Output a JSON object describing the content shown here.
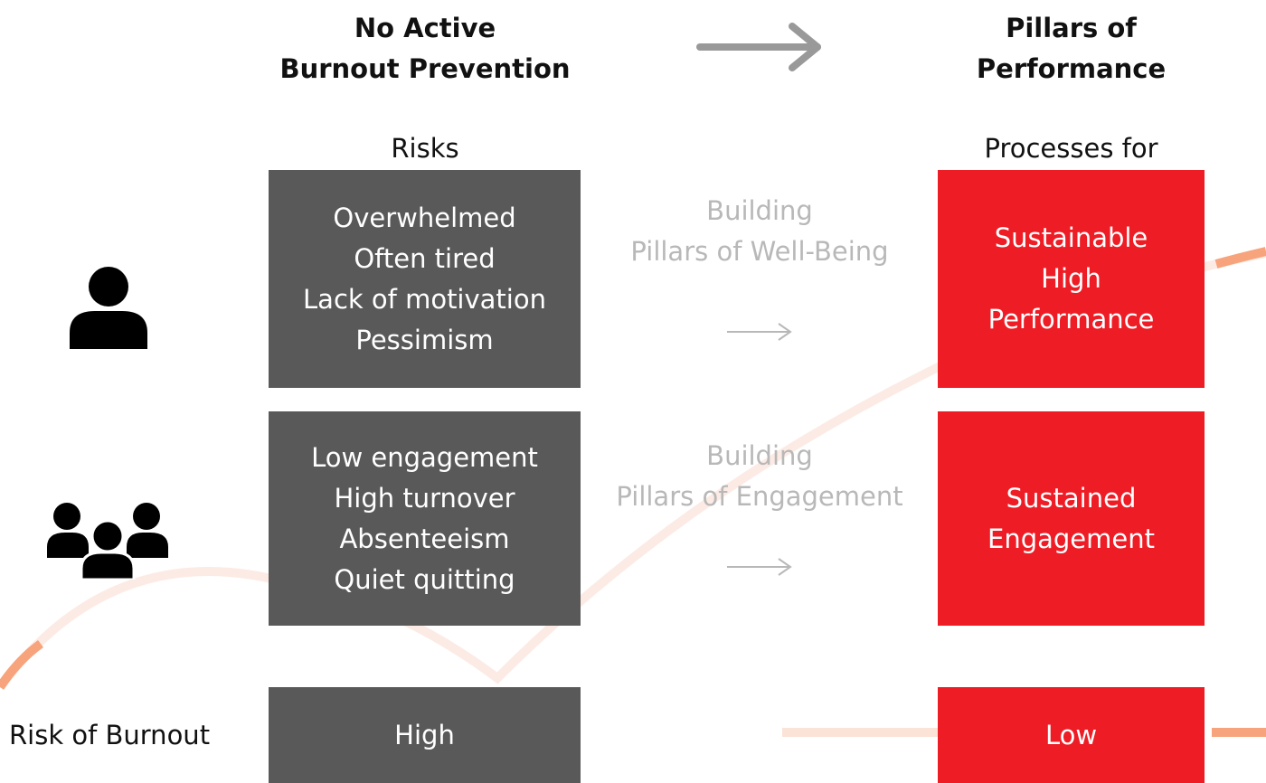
{
  "headings": {
    "left_line1": "No Active",
    "left_line2": "Burnout Prevention",
    "right_line1": "Pillars of",
    "right_line2": "Performance"
  },
  "subheadings": {
    "left": "Risks",
    "right": "Processes for"
  },
  "rows": {
    "individual": {
      "icon": "person-icon",
      "risks": [
        "Overwhelmed",
        "Often tired",
        "Lack of motivation",
        "Pessimism"
      ],
      "bridge": [
        "Building",
        "Pillars of Well-Being"
      ],
      "outcome": [
        "Sustainable",
        "High",
        "Performance"
      ]
    },
    "team": {
      "icon": "group-icon",
      "risks": [
        "Low engagement",
        "High turnover",
        "Absenteeism",
        "Quiet quitting"
      ],
      "bridge": [
        "Building",
        "Pillars of Engagement"
      ],
      "outcome": [
        "Sustained",
        "Engagement"
      ]
    },
    "burnout": {
      "label": "Risk of Burnout",
      "risk_value": "High",
      "outcome_value": "Low"
    }
  },
  "colors": {
    "dark_box": "#595959",
    "red_box": "#ee1c25",
    "bridge_text": "#b8b8b8",
    "arrow_gray": "#999999",
    "deco_orange": "#f7a37c"
  }
}
